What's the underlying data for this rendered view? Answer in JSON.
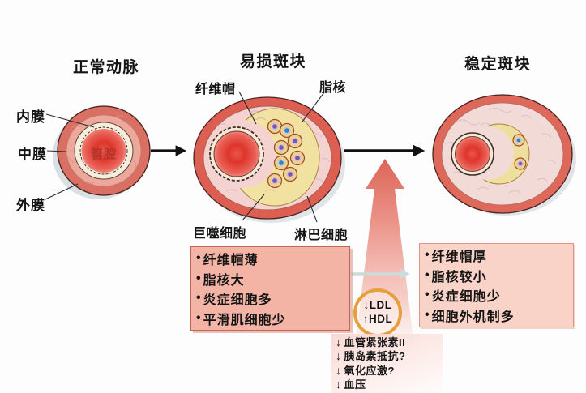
{
  "stages": {
    "normal_title": "正常动脉",
    "vulnerable_title": "易损斑块",
    "stable_title": "稳定斑块"
  },
  "normal_artery": {
    "intima": "内膜",
    "media": "中膜",
    "adventitia": "外膜",
    "lumen": "管腔"
  },
  "vulnerable_artery": {
    "fibrous_cap": "纤维帽",
    "lipid_core": "脂核",
    "macrophage": "巨噬细胞",
    "lymphocyte": "淋巴细胞"
  },
  "bullet": "•",
  "vulnerable_features": {
    "items": [
      "纤维帽薄",
      "脂核大",
      "炎症细胞多",
      "平滑肌细胞少"
    ]
  },
  "stable_features": {
    "items": [
      "纤维帽厚",
      "脂核较小",
      "炎症细胞少",
      "细胞外机制多"
    ]
  },
  "lipid_balance": {
    "line1": "↓LDL",
    "line2": "↑HDL"
  },
  "risk_factors": {
    "arrow": "↓",
    "items": [
      "血管紧张素II",
      "胰岛素抵抗?",
      "氧化应激?",
      "血压"
    ]
  },
  "colors": {
    "artery_ring_red": "#dc5f52",
    "artery_interior_pink": "#f3d2d0",
    "lipid_core_yellow": "#f1e2a2",
    "lumen_red": "#de352b",
    "vulnerable_box_bg": "#f4b4a5",
    "stable_box_bg": "#f9d3c8",
    "circle_ring_orange": "#e59f3e",
    "progression_arrow_pink": "#e4786c",
    "regression_arrow_teal": "#cbdcd7"
  }
}
